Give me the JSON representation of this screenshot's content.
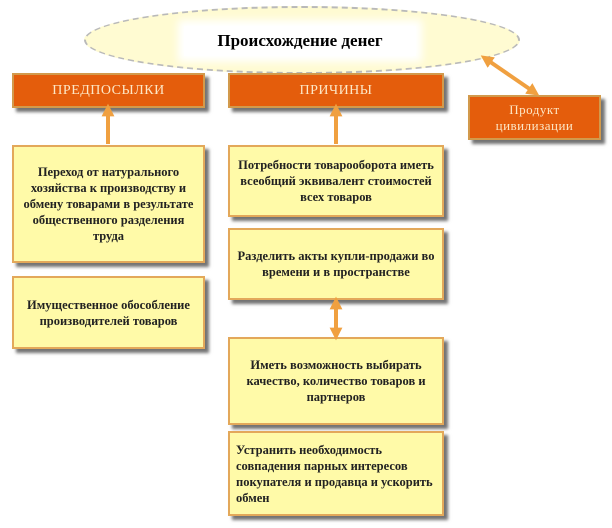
{
  "title": "Происхождение денег",
  "headers": {
    "left": "ПРЕДПОСЫЛКИ",
    "middle": "ПРИЧИНЫ",
    "right": "Продукт цивилизации"
  },
  "prerequisites": [
    "Переход от натурального хозяйства к производству и обмену товарами в результате общественного разделения труда",
    "Имущественное обособление производителей товаров"
  ],
  "reasons": [
    "Потребности товарооборота иметь всеобщий эквивалент стоимостей всех товаров",
    "Разделить акты купли-продажи во времени и в пространстве",
    "Иметь возможность выбирать качество, количество товаров и партнеров",
    "Устранить необходимость совпадения парных интересов покупателя и продавца и ускорить обмен"
  ],
  "colors": {
    "header_fill": "#e45d0c",
    "header_text": "#fde7c6",
    "card_fill": "#fffaa8",
    "card_border": "#e3a85a",
    "arrow": "#f0a040",
    "ellipse_fill": "#fffbd2"
  }
}
